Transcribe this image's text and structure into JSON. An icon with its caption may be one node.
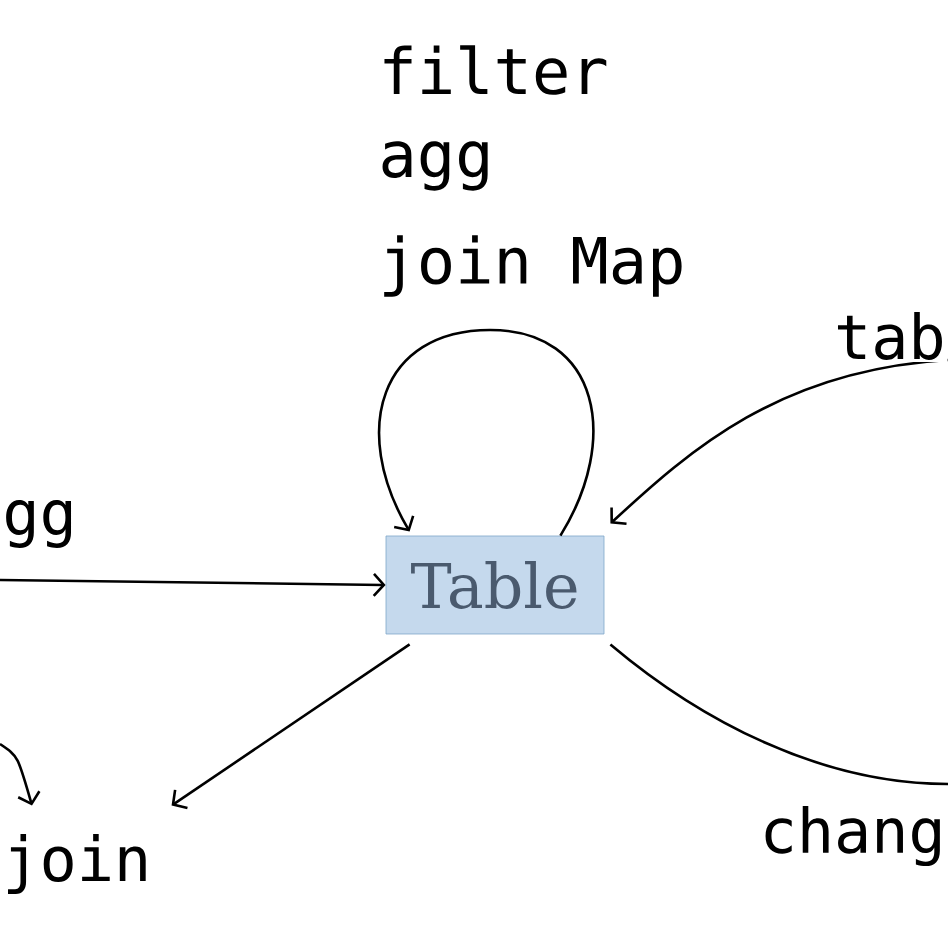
{
  "diagram": {
    "nodes": [
      {
        "text": [
          "Table"
        ]
      },
      {
        "text": [
          "join"
        ]
      }
    ],
    "edges": [
      {
        "from": null,
        "to": 0,
        "arrow": "to",
        "label": "gg"
      },
      {
        "from": 0,
        "to": 0,
        "arrow": "to"
      },
      {
        "from": null,
        "to": 0,
        "arrow": "to",
        "label": "tab"
      },
      {
        "from": 0,
        "to": null,
        "arrow": "none",
        "label": "chang"
      },
      {
        "from": 0,
        "to": 1,
        "arrow": "to"
      },
      {
        "from": null,
        "to": 1,
        "arrow": "to"
      }
    ],
    "labels": [
      "filter",
      "agg",
      "join Map"
    ]
  }
}
